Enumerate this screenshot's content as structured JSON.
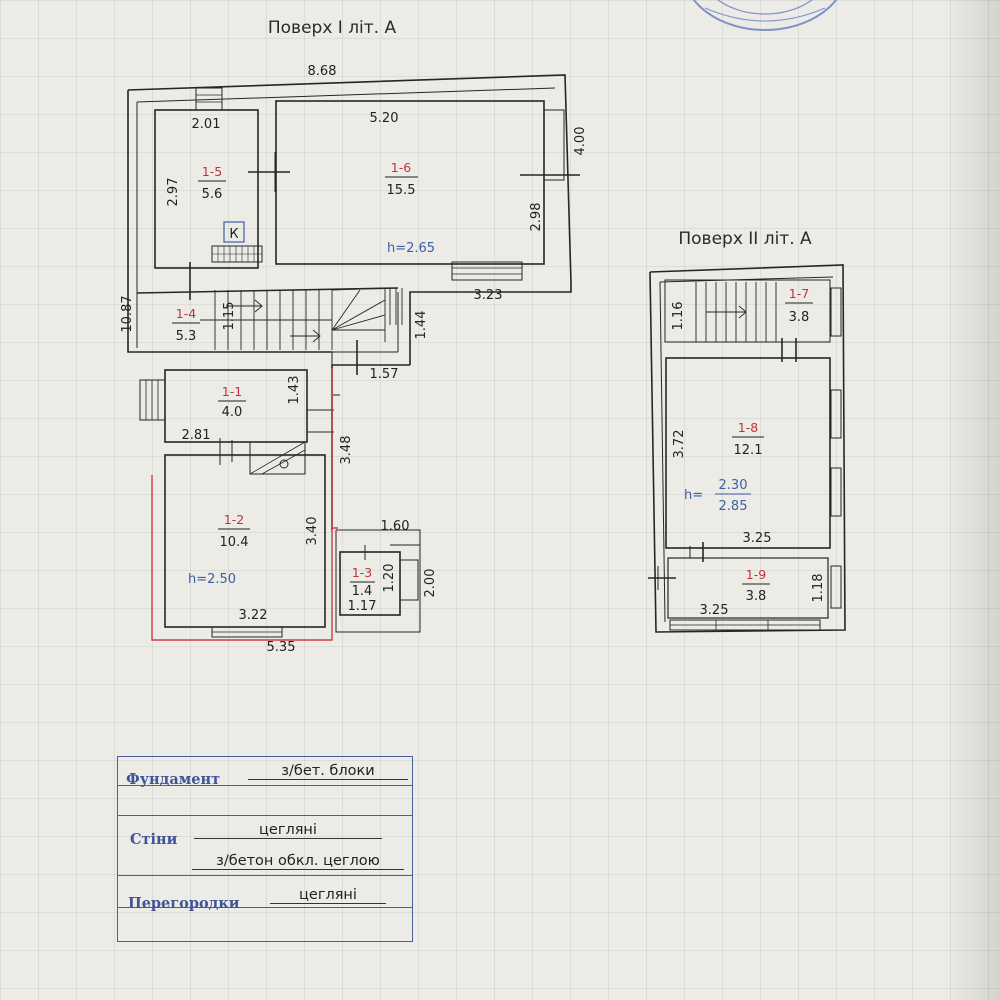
{
  "titles": {
    "floor1": "Поверх I літ. А",
    "floor2": "Поверх II літ. А"
  },
  "floor1": {
    "dimensions": {
      "width_total": "8.68",
      "height_total": "10.87",
      "d_2_01": "2.01",
      "d_5_20": "5.20",
      "d_4_00": "4.00",
      "d_2_97": "2.97",
      "d_2_98": "2.98",
      "d_3_23": "3.23",
      "d_1_15": "1.15",
      "d_1_44": "1.44",
      "d_1_57": "1.57",
      "d_1_43": "1.43",
      "d_2_81": "2.81",
      "d_3_48": "3.48",
      "d_3_40": "3.40",
      "d_1_60": "1.60",
      "d_1_20": "1.20",
      "d_2_00": "2.00",
      "d_1_17": "1.17",
      "d_3_22": "3.22",
      "d_5_35": "5.35"
    },
    "rooms": [
      {
        "id": "1-5",
        "area": "5.6"
      },
      {
        "id": "1-6",
        "area": "15.5"
      },
      {
        "id": "1-4",
        "area": "5.3"
      },
      {
        "id": "1-1",
        "area": "4.0"
      },
      {
        "id": "1-2",
        "area": "10.4"
      },
      {
        "id": "1-3",
        "area": "1.4"
      }
    ],
    "heights": {
      "upper": "h=2.65",
      "lower": "h=2.50"
    },
    "stove_mark": "К"
  },
  "floor2": {
    "dimensions": {
      "d_1_16": "1.16",
      "d_3_72": "3.72",
      "d_3_25_a": "3.25",
      "d_3_25_b": "3.25",
      "d_1_18": "1.18"
    },
    "rooms": [
      {
        "id": "1-7",
        "area": "3.8"
      },
      {
        "id": "1-8",
        "area": "12.1"
      },
      {
        "id": "1-9",
        "area": "3.8"
      }
    ],
    "height": {
      "prefix": "h=",
      "top": "2.30",
      "bottom": "2.85"
    }
  },
  "spec_table": {
    "foundation_label": "Фундамент",
    "foundation_value": "з/бет. блоки",
    "walls_label": "Стіни",
    "walls_value_1": "цегляні",
    "walls_value_2": "з/бетон обкл. цеглою",
    "partitions_label": "Перегородки",
    "partitions_value": "цегляні"
  },
  "colors": {
    "ink": "#222222",
    "room_id_red": "#c2343a",
    "height_blue": "#3c5fa6",
    "table_blue": "#4a5f9e",
    "outline_red": "#d23c48",
    "stamp_blue": "#7d92c8"
  }
}
